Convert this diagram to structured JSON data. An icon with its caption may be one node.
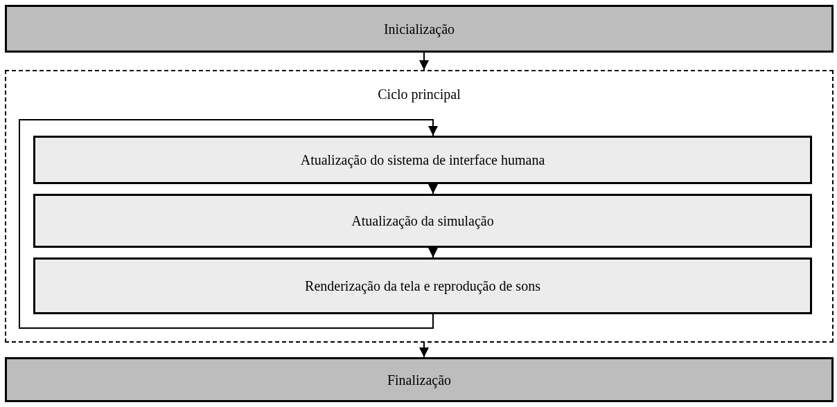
{
  "diagram": {
    "nodes": [
      {
        "text": [
          "Inicialização"
        ]
      },
      {
        "text": [
          "Ciclo principal"
        ]
      },
      {
        "text": [
          "Atualização do sistema de interface humana"
        ],
        "in": 1
      },
      {
        "text": [
          "Atualização da simulação"
        ],
        "in": 1
      },
      {
        "text": [
          "Renderização da tela e reprodução de sons"
        ],
        "in": 1
      },
      {
        "text": [
          "Finalização"
        ]
      }
    ],
    "edges": [
      {
        "from": 0,
        "to": 1,
        "arrow": "to"
      },
      {
        "from": 2,
        "to": 3,
        "arrow": "to"
      },
      {
        "from": 3,
        "to": 4,
        "arrow": "to"
      },
      {
        "from": 4,
        "to": 2,
        "arrow": "to"
      },
      {
        "from": 1,
        "to": 5,
        "arrow": "to"
      }
    ]
  }
}
